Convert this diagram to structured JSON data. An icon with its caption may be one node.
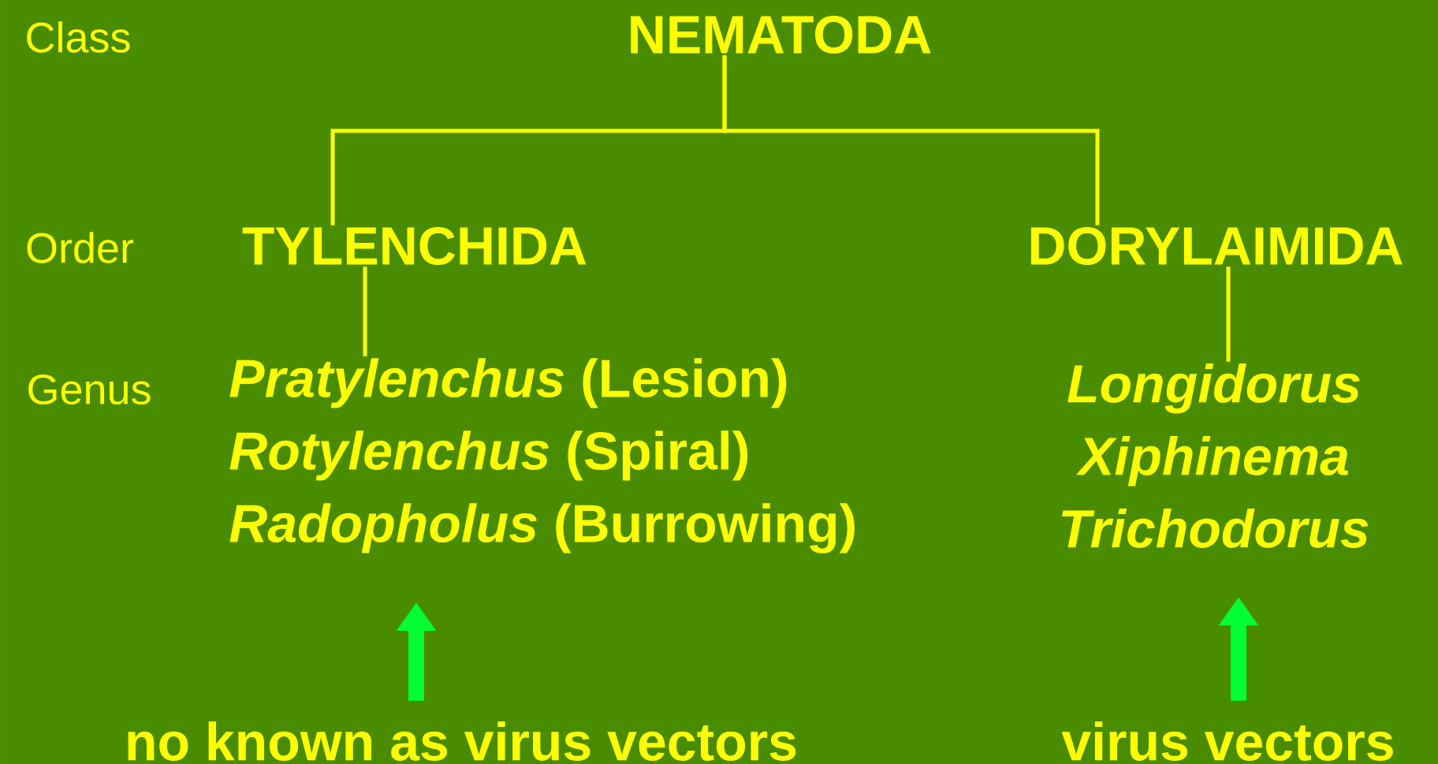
{
  "diagram": {
    "nodes": [
      {
        "text": [
          "NEMATODA"
        ]
      },
      {
        "text": [
          "TYLENCHIDA"
        ]
      },
      {
        "text": [
          "DORYLAIMIDA"
        ]
      },
      {
        "text": [
          "*Pratylenchus* (Lesion)",
          "*Rotylenchus*  (Spiral)",
          "*Radopholus*   (Burrowing)"
        ]
      },
      {
        "text": [
          "Longidorus",
          "Xiphinema",
          "Trichodorus"
        ]
      },
      {
        "text": [
          "no known as virus vectors"
        ]
      },
      {
        "text": [
          "virus vectors"
        ]
      }
    ],
    "edges": [
      {
        "from": 0,
        "to": 1,
        "arrow": "none"
      },
      {
        "from": 0,
        "to": 2,
        "arrow": "none"
      },
      {
        "from": 1,
        "to": 3,
        "arrow": "none"
      },
      {
        "from": 2,
        "to": 4,
        "arrow": "none"
      },
      {
        "from": 5,
        "to": 3,
        "arrow": "to",
        "style": "thick",
        "color": "#00ff33"
      },
      {
        "from": 6,
        "to": 4,
        "arrow": "to",
        "style": "thick",
        "color": "#00ff33"
      }
    ],
    "labels": [
      "Class",
      "Order",
      "Genus"
    ]
  }
}
